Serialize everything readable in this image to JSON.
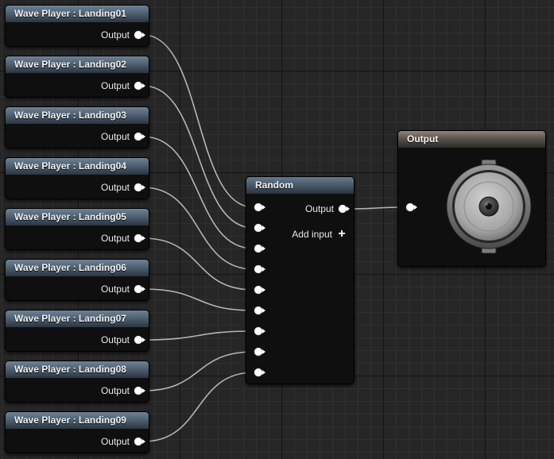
{
  "wave_players": [
    {
      "title": "Wave Player : Landing01",
      "output_label": "Output"
    },
    {
      "title": "Wave Player : Landing02",
      "output_label": "Output"
    },
    {
      "title": "Wave Player : Landing03",
      "output_label": "Output"
    },
    {
      "title": "Wave Player : Landing04",
      "output_label": "Output"
    },
    {
      "title": "Wave Player : Landing05",
      "output_label": "Output"
    },
    {
      "title": "Wave Player : Landing06",
      "output_label": "Output"
    },
    {
      "title": "Wave Player : Landing07",
      "output_label": "Output"
    },
    {
      "title": "Wave Player : Landing08",
      "output_label": "Output"
    },
    {
      "title": "Wave Player : Landing09",
      "output_label": "Output"
    }
  ],
  "random_node": {
    "title": "Random",
    "output_label": "Output",
    "add_input_label": "Add input",
    "input_count": 9
  },
  "output_node": {
    "title": "Output",
    "icon": "speaker-icon"
  },
  "colors": {
    "background": "#262626",
    "wave_header": "#4f6172",
    "random_header": "#4b5b6b",
    "output_header": "#5a534d",
    "wire": "#cfcfcf",
    "pin": "#ffffff"
  }
}
